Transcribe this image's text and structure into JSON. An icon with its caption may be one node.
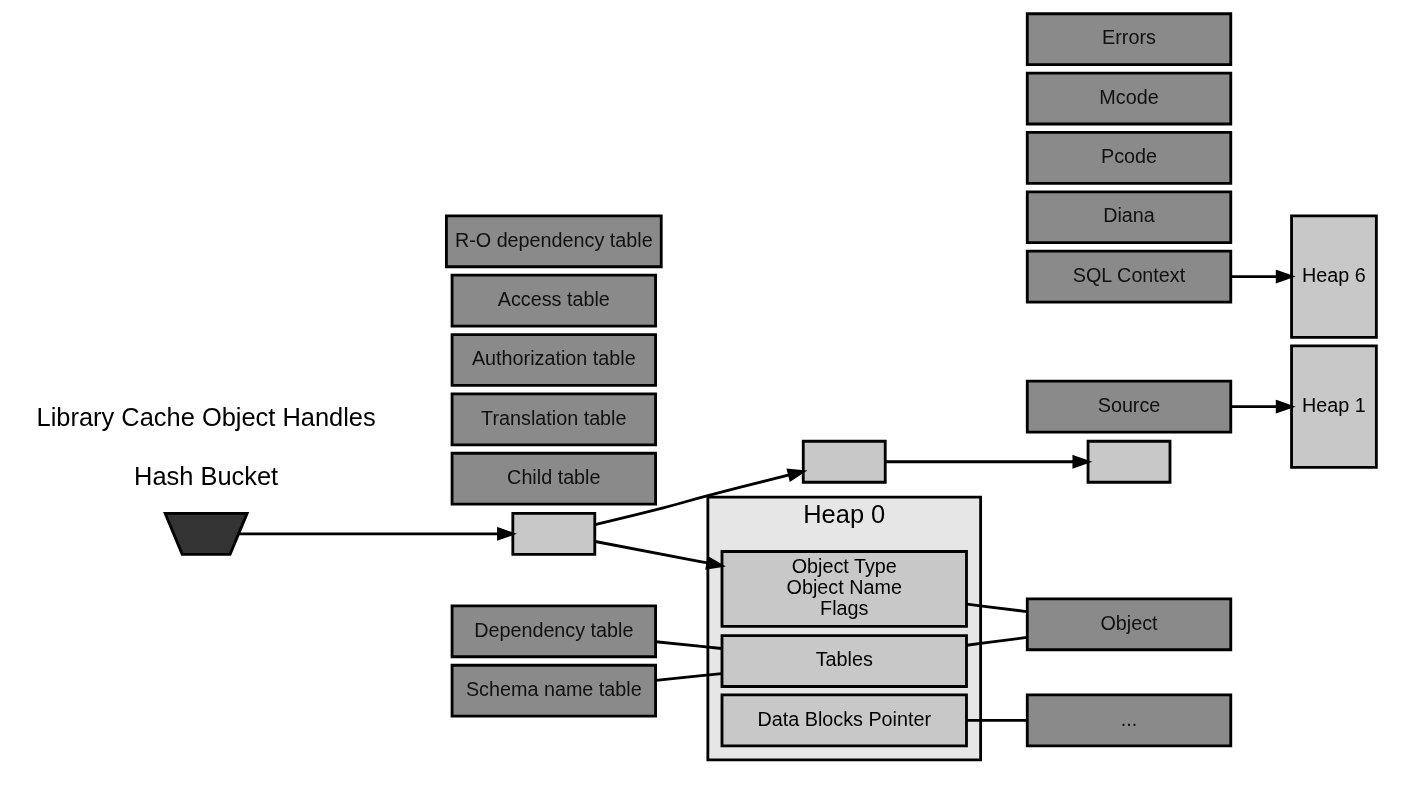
{
  "diagram": {
    "nodes": [
      {
        "text": [],
        "shape": "trapezium"
      },
      {
        "text": [],
        "shape": "box"
      },
      {
        "text": [],
        "shape": "box"
      },
      {
        "text": [],
        "shape": "box"
      },
      {
        "text": [
          "Heap 0"
        ]
      },
      {
        "text": [
          "Object Type",
          "Object Name",
          "Flags"
        ],
        "in": 4
      },
      {
        "text": [
          "Tables"
        ],
        "in": 4
      },
      {
        "text": [
          "Data Blocks Pointer"
        ],
        "in": 4
      },
      {
        "text": [
          "Dependency table"
        ]
      },
      {
        "text": [
          "Child table"
        ]
      },
      {
        "text": [
          "Translation table"
        ]
      },
      {
        "text": [
          "Authorization table"
        ]
      },
      {
        "text": [
          "Access table"
        ]
      },
      {
        "text": [
          "R-O dependency table"
        ]
      },
      {
        "text": [
          "Schema name table"
        ]
      },
      {
        "text": [
          "Object"
        ]
      },
      {
        "text": [
          "Source"
        ]
      },
      {
        "text": [
          "Diana"
        ]
      },
      {
        "text": [
          "Pcode"
        ]
      },
      {
        "text": [
          "Mcode"
        ]
      },
      {
        "text": [
          "Errors"
        ]
      },
      {
        "text": [
          "SQL Context"
        ]
      },
      {
        "text": [
          "..."
        ]
      },
      {
        "text": [
          "Heap 1"
        ]
      },
      {
        "text": [
          "Heap 6"
        ]
      }
    ],
    "edges": [
      {
        "from": 0,
        "to": 1,
        "arrow": "to"
      },
      {
        "from": 1,
        "to": 2,
        "arrow": "to"
      },
      {
        "from": 2,
        "to": 3,
        "arrow": "to"
      },
      {
        "from": 1,
        "to": 5,
        "arrow": "to"
      },
      {
        "from": 8,
        "to": 6,
        "arrow": "none"
      },
      {
        "from": 14,
        "to": 6,
        "arrow": "none"
      },
      {
        "from": 5,
        "to": 15,
        "arrow": "none"
      },
      {
        "from": 6,
        "to": 15,
        "arrow": "none"
      },
      {
        "from": 7,
        "to": 22,
        "arrow": "none"
      },
      {
        "from": 16,
        "to": 23,
        "arrow": "to"
      },
      {
        "from": 21,
        "to": 24,
        "arrow": "to"
      }
    ],
    "labels": [
      "Hash Bucket",
      "Library Cache Object Handles"
    ]
  }
}
